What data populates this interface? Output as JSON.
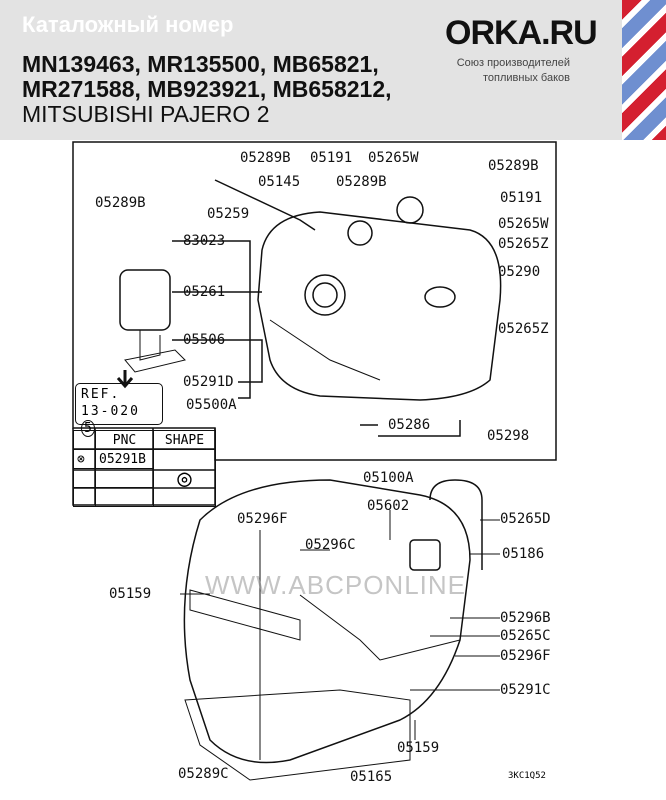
{
  "header": {
    "title": "Каталожный номер",
    "numbers_line1": "MN139463, MR135500, MB65821,",
    "numbers_line2": "MR271588, MB923921, MB658212,",
    "model": "MITSUBISHI PAJERO 2",
    "logo": "ORKA.RU",
    "tagline1": "Союз производителей",
    "tagline2": "топливных баков"
  },
  "watermark": "WWW.ABCPONLINE",
  "ref": {
    "line1": "REF.",
    "line2": "13-020",
    "circle": "5"
  },
  "table": {
    "col_pnc": "PNC",
    "col_shape": "SHAPE",
    "mark": "⊗",
    "pnc": "05291B"
  },
  "code": "3KC1Q52",
  "labels": [
    "05289B",
    "05191",
    "05265W",
    "05289B",
    "05145",
    "05289B",
    "05191",
    "05259",
    "05289B",
    "83023",
    "05265W",
    "05265Z",
    "05290",
    "05261",
    "05265Z",
    "05506",
    "05291D",
    "05500A",
    "05286",
    "05298",
    "05100A",
    "05602",
    "05265D",
    "05296F",
    "05296C",
    "05186",
    "05159",
    "05296B",
    "05265C",
    "05296F",
    "05291C",
    "05159",
    "05289C",
    "05165"
  ]
}
